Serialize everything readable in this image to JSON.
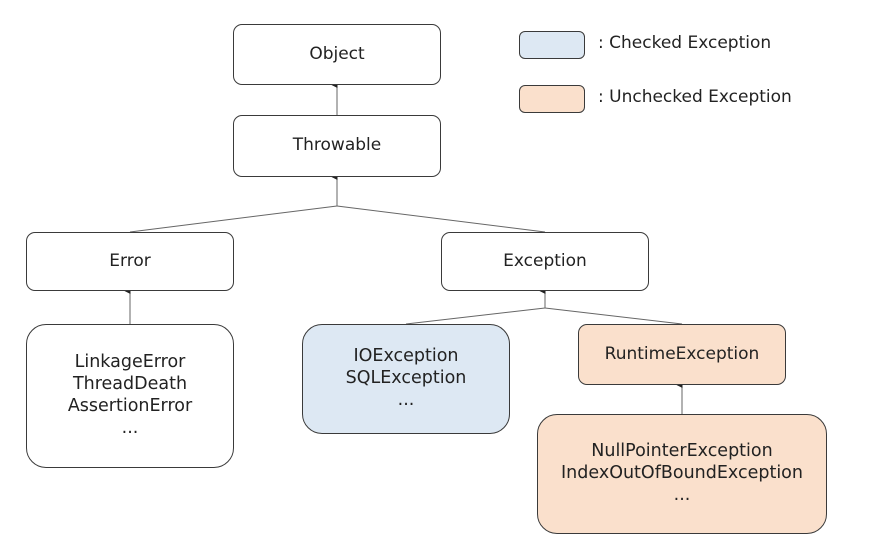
{
  "colors": {
    "checked": "#dde8f3",
    "unchecked": "#fae0cc",
    "stroke": "#3a3a3a"
  },
  "legend": {
    "checked_label": ": Checked Exception",
    "unchecked_label": ": Unchecked Exception"
  },
  "nodes": {
    "object": {
      "label": "Object"
    },
    "throwable": {
      "label": "Throwable"
    },
    "error": {
      "label": "Error"
    },
    "exception": {
      "label": "Exception"
    },
    "error_subclasses": {
      "lines": [
        "LinkageError",
        "ThreadDeath",
        "AssertionError",
        "..."
      ]
    },
    "checked_subclasses": {
      "lines": [
        "IOException",
        "SQLException",
        "..."
      ]
    },
    "runtime_exception": {
      "label": "RuntimeException"
    },
    "runtime_subclasses": {
      "lines": [
        "NullPointerException",
        "IndexOutOfBoundException",
        "..."
      ]
    }
  }
}
